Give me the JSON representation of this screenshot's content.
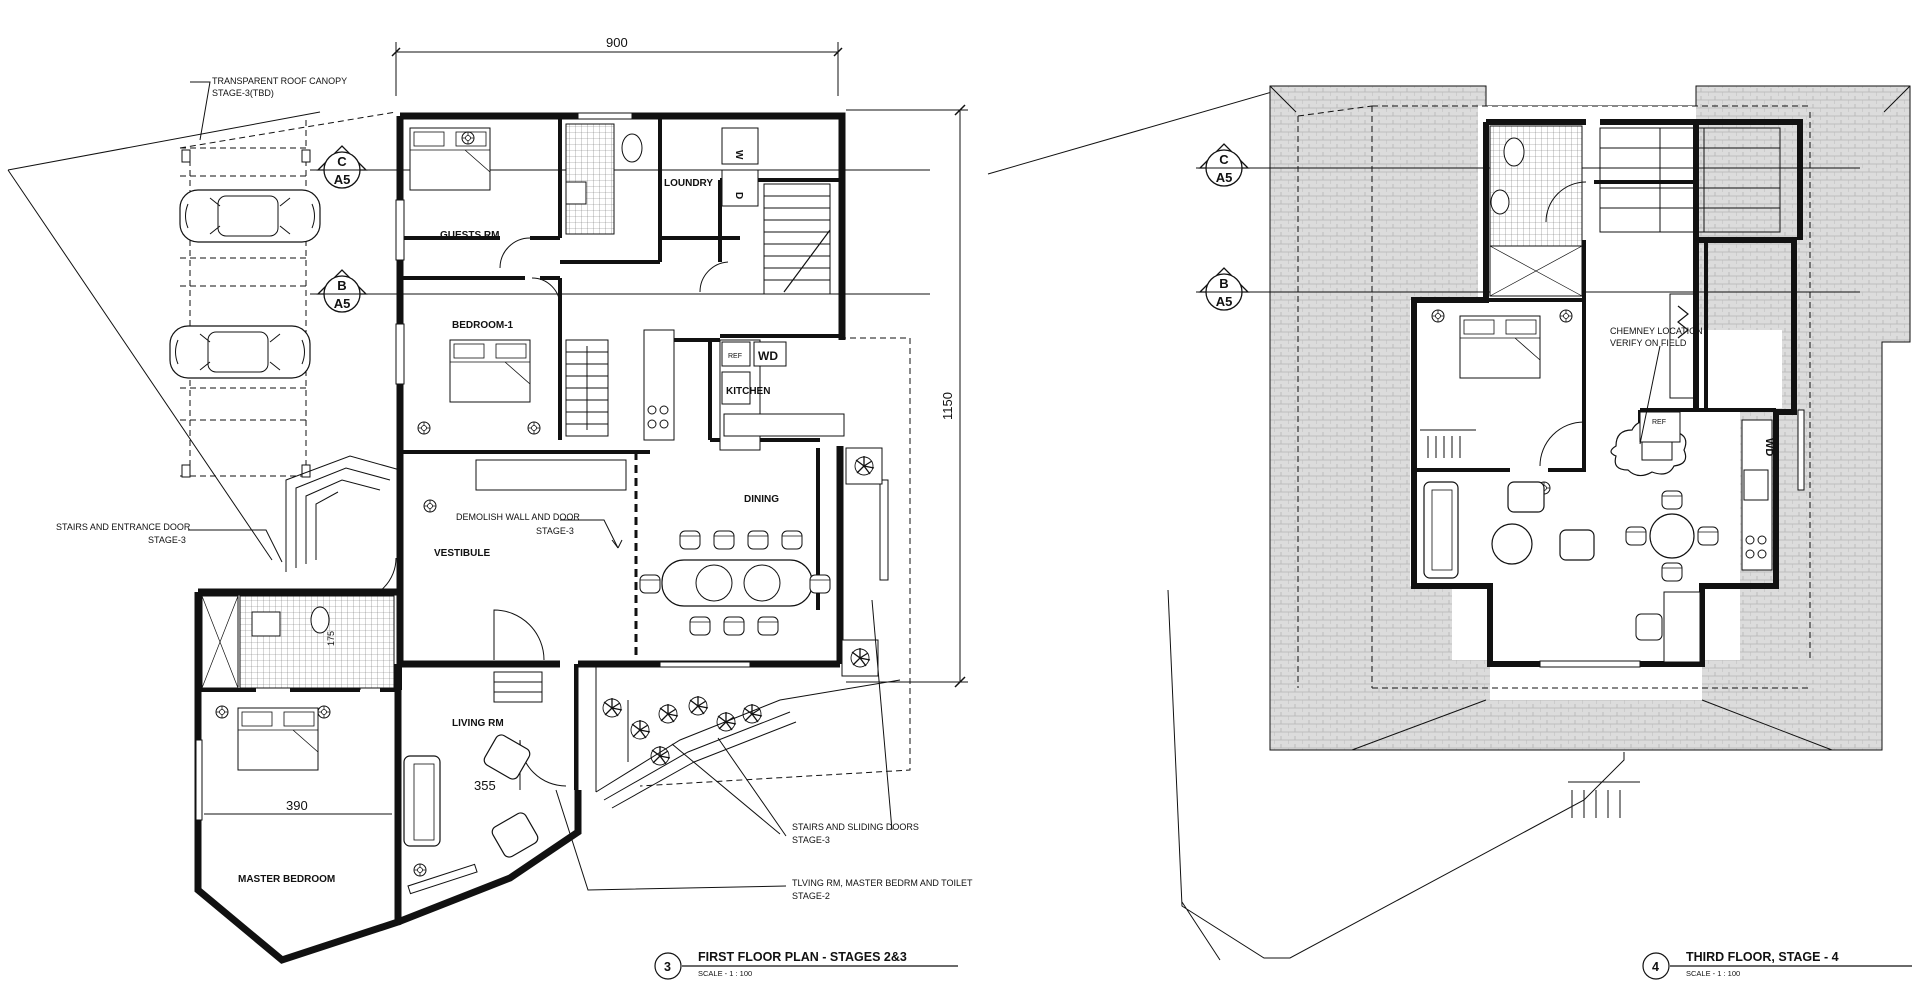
{
  "left_plan": {
    "number": "3",
    "title": "FIRST FLOOR PLAN - STAGES 2&3",
    "scale": "SCALE - 1 : 100",
    "dim_top": "900",
    "dim_right": "1150",
    "dim_master": "390",
    "dim_living": "355",
    "dim_175": "175",
    "rooms": {
      "guests": "GUESTS RM",
      "loundry": "LOUNDRY",
      "bedroom1": "BEDROOM-1",
      "kitchen": "KITCHEN",
      "dining": "DINING",
      "vestibule": "VESTIBULE",
      "living": "LIVING RM",
      "master": "MASTER BEDROOM"
    },
    "appliances": {
      "ref": "REF",
      "wd": "WD",
      "w": "W",
      "d": "D"
    },
    "notes": {
      "canopy1": "TRANSPARENT ROOF CANOPY",
      "canopy2": "STAGE-3(TBD)",
      "stairs1": "STAIRS AND ENTRANCE DOOR",
      "stairs2": "STAGE-3",
      "demolish1": "DEMOLISH WALL AND DOOR",
      "demolish2": "STAGE-3",
      "sliding1": "STAIRS AND SLIDING DOORS",
      "sliding2": "STAGE-3",
      "living1": "TLVING RM, MASTER BEDRM AND TOILET",
      "living2": "STAGE-2"
    },
    "sections": [
      {
        "letter": "C",
        "sheet": "A5"
      },
      {
        "letter": "B",
        "sheet": "A5"
      }
    ]
  },
  "right_plan": {
    "number": "4",
    "title": "THIRD FLOOR, STAGE - 4",
    "scale": "SCALE - 1 : 100",
    "appliances": {
      "ref": "REF",
      "wd": "WD"
    },
    "notes": {
      "chimney1": "CHEMNEY LOCATION",
      "chimney2": "VERIFY ON FIELD"
    },
    "sections": [
      {
        "letter": "C",
        "sheet": "A5"
      },
      {
        "letter": "B",
        "sheet": "A5"
      }
    ]
  },
  "colors": {
    "line": "#111111",
    "roof": "#d9d9d9",
    "background": "#ffffff"
  },
  "icons": [
    "section-marker-icon",
    "car-icon",
    "bed-icon",
    "toilet-icon",
    "sink-icon",
    "dining-table-icon",
    "sofa-icon",
    "plant-icon",
    "fireplace-icon"
  ]
}
